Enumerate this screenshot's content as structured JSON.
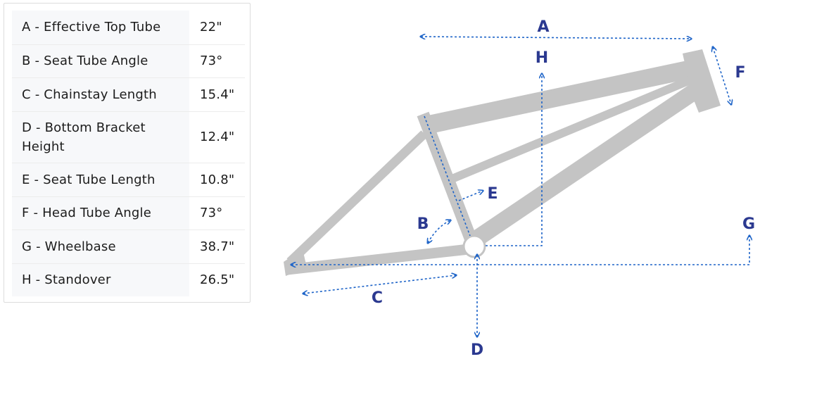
{
  "specs": [
    {
      "label": "A - Effective Top Tube",
      "value": "22\""
    },
    {
      "label": "B - Seat Tube Angle",
      "value": "73°"
    },
    {
      "label": "C - Chainstay Length",
      "value": "15.4\""
    },
    {
      "label": "D - Bottom Bracket Height",
      "value": "12.4\""
    },
    {
      "label": "E - Seat Tube Length",
      "value": "10.8\""
    },
    {
      "label": "F - Head Tube Angle",
      "value": "73°"
    },
    {
      "label": "G - Wheelbase",
      "value": "38.7\""
    },
    {
      "label": "H - Standover",
      "value": "26.5\""
    }
  ],
  "diagram": {
    "frame_color": "#c4c4c4",
    "dimension_line_color": "#1e64c8",
    "letter_color": "#2b3990",
    "letters": {
      "a": "A",
      "b": "B",
      "c": "C",
      "d": "D",
      "e": "E",
      "f": "F",
      "g": "G",
      "h": "H"
    }
  }
}
